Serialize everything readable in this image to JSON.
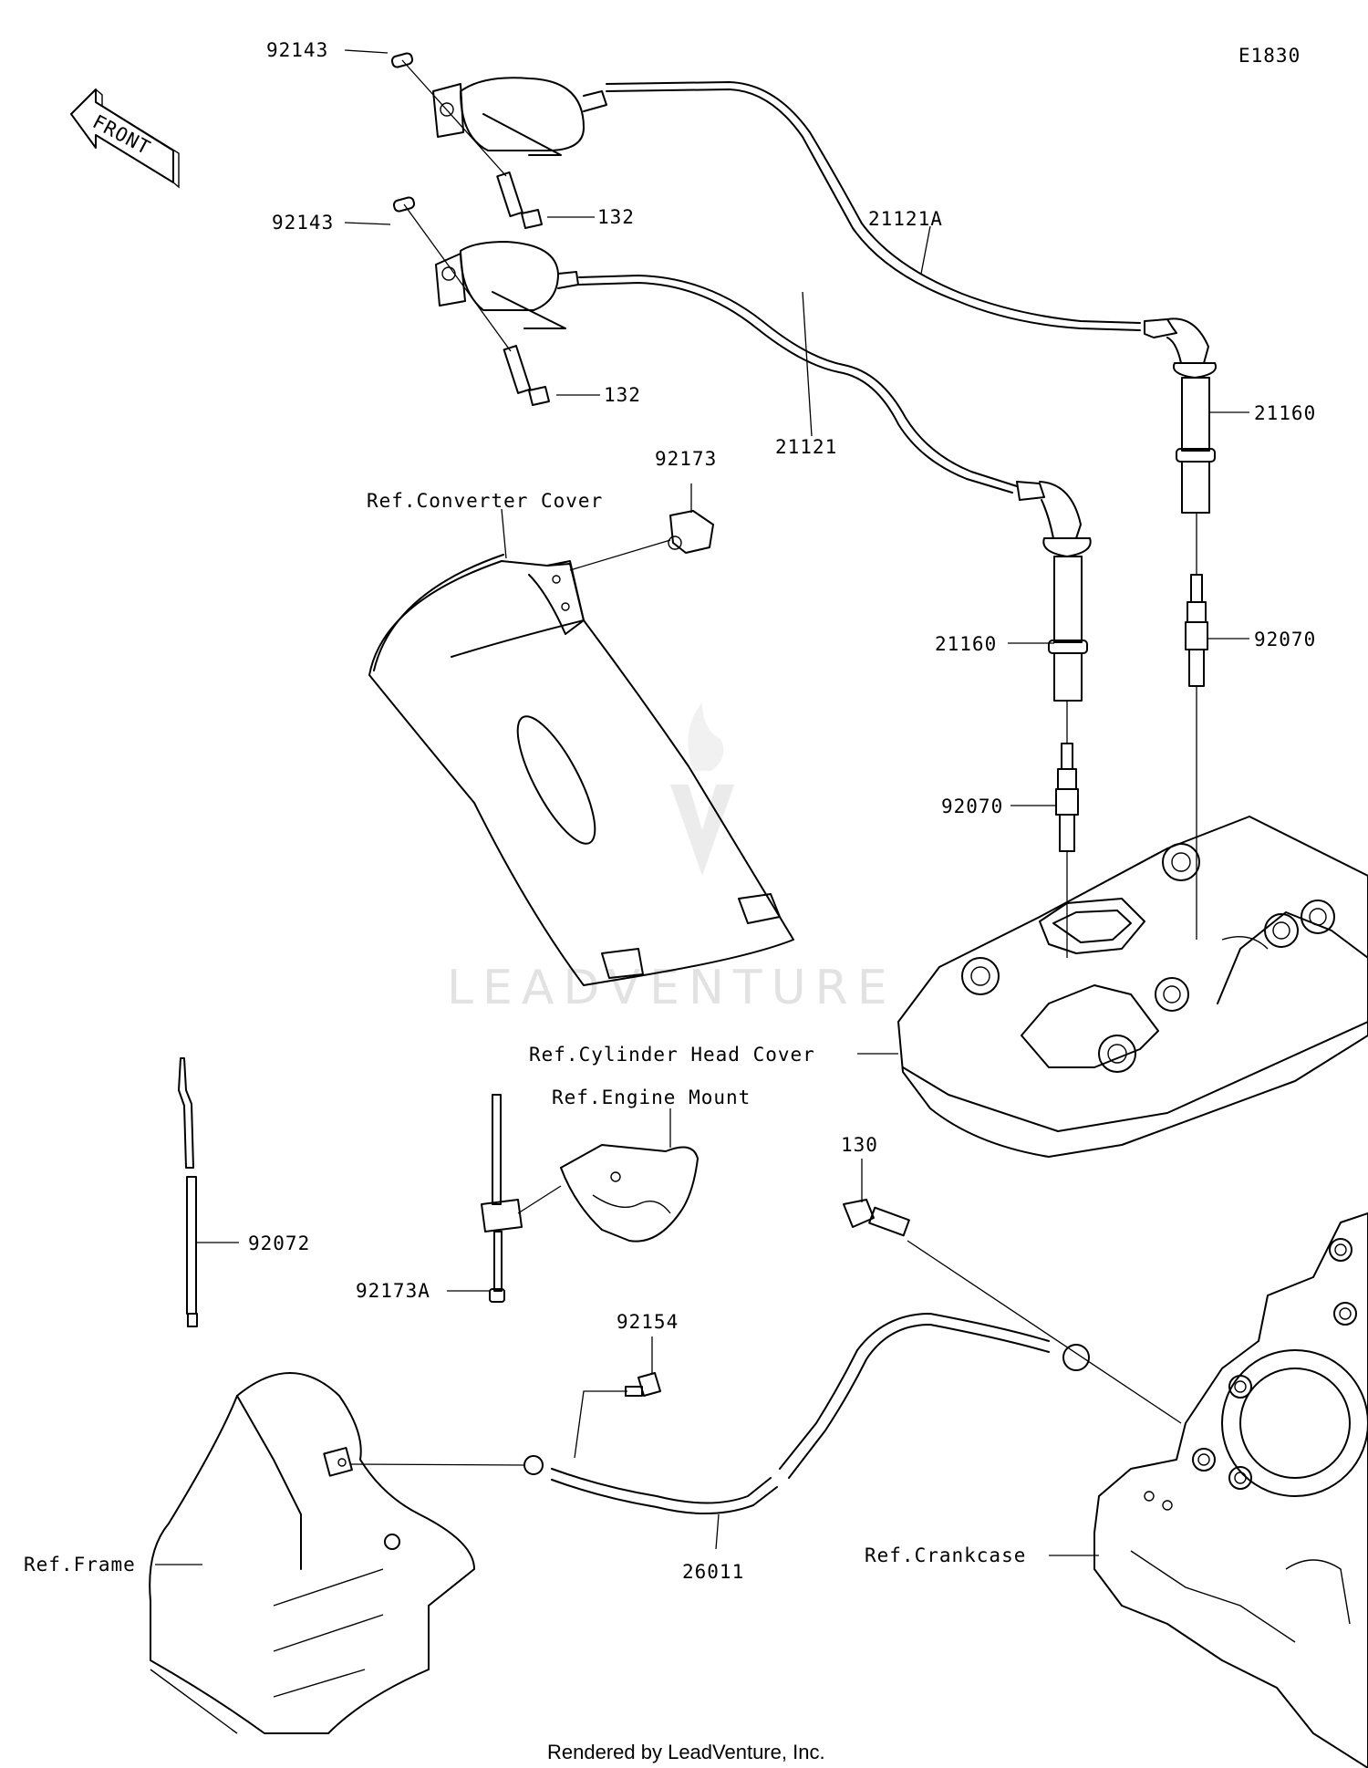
{
  "diagram": {
    "code": "E1830",
    "front_label": "FRONT",
    "watermark": "LEADVENTURE",
    "footer": "Rendered by LeadVenture, Inc.",
    "labels": {
      "coil_cap_upper": "92143",
      "coil_cap_lower": "92143",
      "bolt_upper": "132",
      "bolt_lower": "132",
      "lead_long": "21121A",
      "lead_short": "21121",
      "clamp_top": "92173",
      "ref_converter_cover": "Ref.Converter Cover",
      "plug_cap_right": "21160",
      "plug_cap_left": "21160",
      "spark_plug_right": "92070",
      "spark_plug_left": "92070",
      "ref_cylinder_head_cover": "Ref.Cylinder Head Cover",
      "ref_engine_mount": "Ref.Engine Mount",
      "bolt_130": "130",
      "band_92072": "92072",
      "clamp_92173a": "92173A",
      "bolt_92154": "92154",
      "ground_lead": "26011",
      "ref_frame": "Ref.Frame",
      "ref_crankcase": "Ref.Crankcase"
    }
  }
}
